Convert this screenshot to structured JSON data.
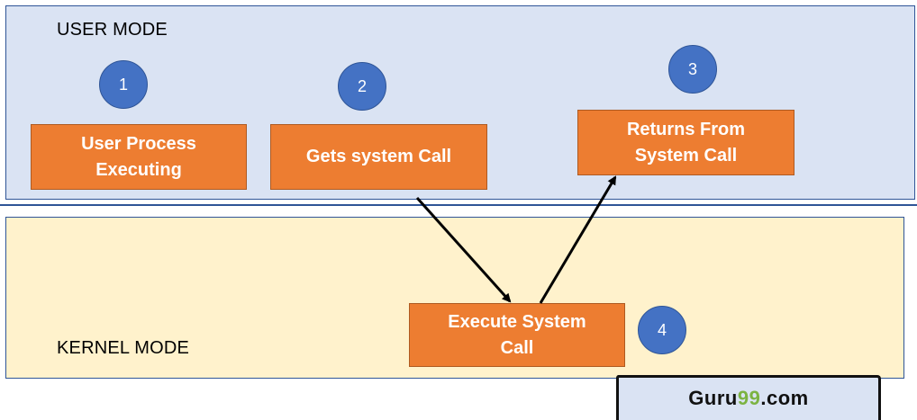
{
  "user_mode": {
    "label": "USER MODE",
    "fill": "#dae3f3"
  },
  "kernel_mode": {
    "label": "KERNEL MODE",
    "fill": "#fff2cc"
  },
  "steps": [
    {
      "number": "1",
      "label": "User Process\nExecuting"
    },
    {
      "number": "2",
      "label": "Gets system Call"
    },
    {
      "number": "3",
      "label": "Returns From\nSystem Call"
    },
    {
      "number": "4",
      "label": "Execute System\nCall"
    }
  ],
  "colors": {
    "box": "#ed7d31",
    "badge": "#4472c4",
    "border": "#2f5597"
  },
  "watermark": {
    "prefix": "Guru",
    "accent": "99",
    "suffix": ".com",
    "accent_color": "#7cb342"
  }
}
